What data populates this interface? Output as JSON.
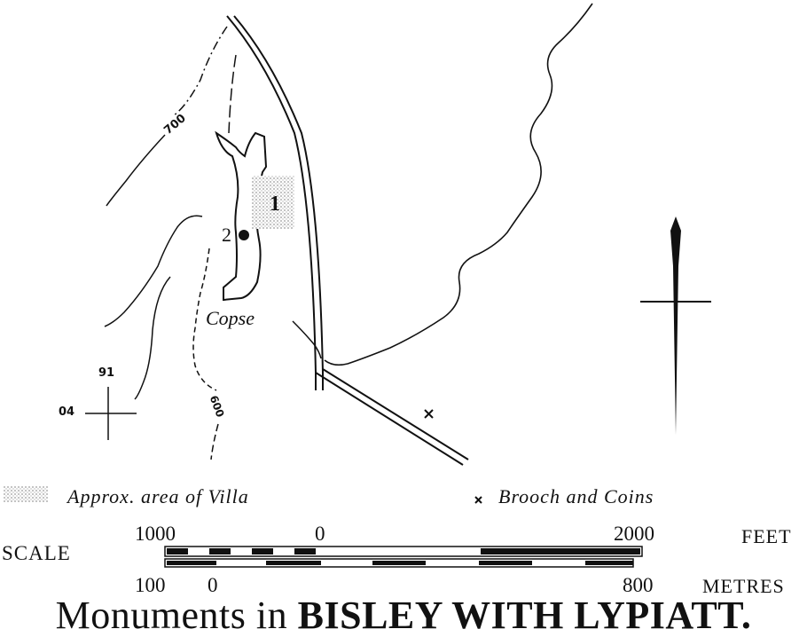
{
  "map": {
    "contour_labels": [
      "700",
      "600"
    ],
    "site_labels": {
      "villa_number": "1",
      "point_number": "2",
      "copse": "Copse"
    },
    "grid_reference": {
      "northing": "91",
      "easting": "04"
    }
  },
  "legend": {
    "villa_area": "Approx. area of Villa",
    "brooch": "Brooch and Coins"
  },
  "scale": {
    "label": "SCALE",
    "feet_ticks": [
      "1000",
      "0",
      "2000"
    ],
    "feet_unit": "FEET",
    "metre_ticks": [
      "100",
      "0",
      "800"
    ],
    "metre_unit": "METRES"
  },
  "title": {
    "prefix": "Monuments in",
    "place": "BISLEY WITH LYPIATT."
  },
  "colors": {
    "ink": "#111111",
    "paper": "#ffffff",
    "stipple": "#9a9a9a"
  }
}
